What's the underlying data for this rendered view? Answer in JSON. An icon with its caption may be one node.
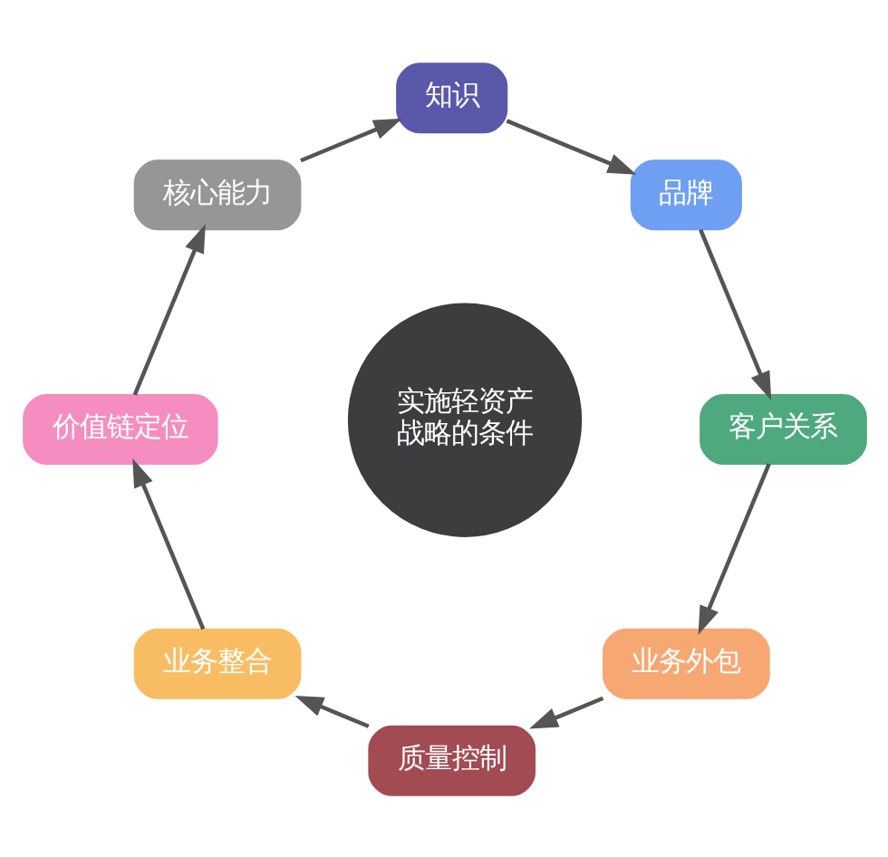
{
  "diagram": {
    "nodes": [
      {
        "text": [
          "实施轻资产战略的条件"
        ]
      },
      {
        "text": [
          "知识"
        ]
      },
      {
        "text": [
          "品牌"
        ]
      },
      {
        "text": [
          "客户关系"
        ]
      },
      {
        "text": [
          "业务外包"
        ]
      },
      {
        "text": [
          "质量控制"
        ]
      },
      {
        "text": [
          "业务整合"
        ]
      },
      {
        "text": [
          "价值链定位"
        ]
      },
      {
        "text": [
          "核心能力"
        ]
      }
    ],
    "edges": [
      {
        "from": 1,
        "to": 2,
        "arrow": "to"
      },
      {
        "from": 2,
        "to": 3,
        "arrow": "to"
      },
      {
        "from": 3,
        "to": 4,
        "arrow": "to"
      },
      {
        "from": 4,
        "to": 5,
        "arrow": "to"
      },
      {
        "from": 5,
        "to": 6,
        "arrow": "to"
      },
      {
        "from": 6,
        "to": 7,
        "arrow": "to"
      },
      {
        "from": 7,
        "to": 8,
        "arrow": "to"
      },
      {
        "from": 8,
        "to": 1,
        "arrow": "to"
      }
    ]
  }
}
